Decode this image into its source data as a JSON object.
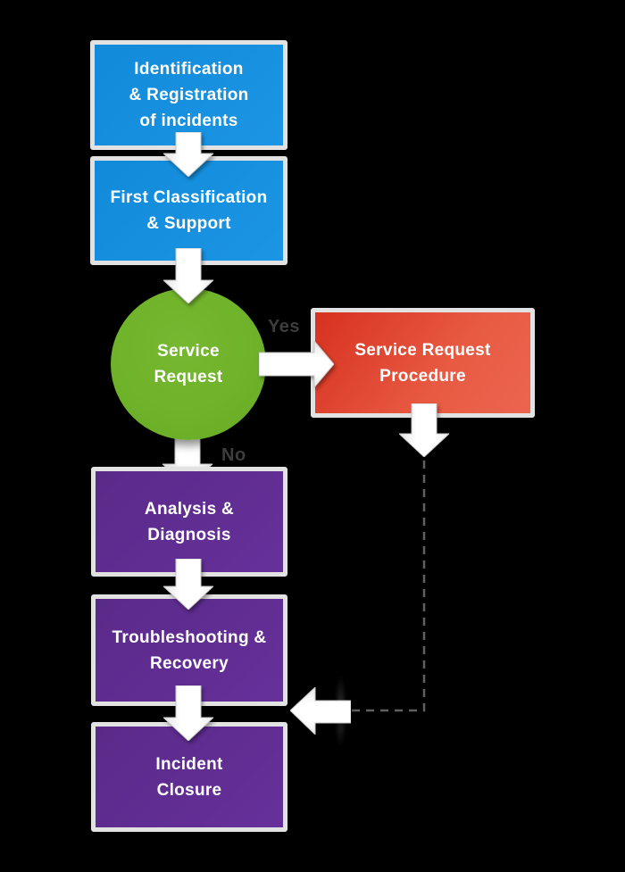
{
  "nodes": {
    "identification": {
      "label": "Identification\n& Registration\nof incidents"
    },
    "classification": {
      "label": "First Classification\n& Support"
    },
    "service_request": {
      "label": "Service\nRequest"
    },
    "procedure": {
      "label": "Service Request\nProcedure"
    },
    "analysis": {
      "label": "Analysis &\nDiagnosis"
    },
    "troubleshooting": {
      "label": "Troubleshooting &\nRecovery"
    },
    "closure": {
      "label": "Incident\nClosure"
    }
  },
  "edge_labels": {
    "yes": "Yes",
    "no": "No"
  },
  "edges": [
    {
      "from": "identification",
      "to": "classification",
      "style": "solid-white-arrow-down"
    },
    {
      "from": "classification",
      "to": "service_request",
      "style": "solid-white-arrow-down"
    },
    {
      "from": "service_request",
      "to": "procedure",
      "label": "Yes",
      "style": "solid-white-arrow-right"
    },
    {
      "from": "service_request",
      "to": "analysis",
      "label": "No",
      "style": "solid-white-arrow-down"
    },
    {
      "from": "analysis",
      "to": "troubleshooting",
      "style": "solid-white-arrow-down"
    },
    {
      "from": "troubleshooting",
      "to": "closure",
      "style": "solid-white-arrow-down"
    },
    {
      "from": "procedure",
      "to": "closure",
      "style": "dashed-connector-with-left-arrow"
    }
  ],
  "colors": {
    "background": "#000000",
    "process_blue": "#1590df",
    "decision_green": "#6fb32a",
    "procedure_red_dark": "#d73120",
    "procedure_red_light": "#ec6550",
    "task_purple": "#5f2c90",
    "node_border": "#e2e2e2",
    "node_text": "#ffffff",
    "edge_label_text": "#3d3d3d",
    "dashed_connector": "#606060",
    "arrow_fill": "#ffffff"
  }
}
